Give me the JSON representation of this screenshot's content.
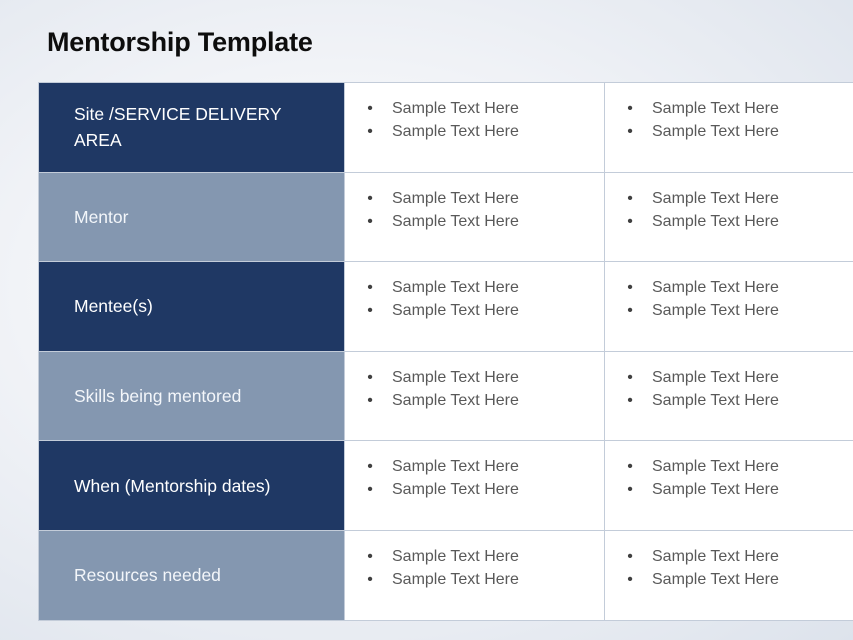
{
  "slide": {
    "title": "Mentorship Template",
    "colors": {
      "label_dark": "#1f3864",
      "label_light": "#8497b0",
      "border": "#c3ccd9",
      "body_text": "#595959"
    },
    "rows": [
      {
        "label": "Site /SERVICE DELIVERY AREA",
        "shade": "dark",
        "col1": [
          "Sample Text Here",
          "Sample Text Here"
        ],
        "col2": [
          "Sample Text Here",
          "Sample Text Here"
        ]
      },
      {
        "label": "Mentor",
        "shade": "light",
        "col1": [
          "Sample Text Here",
          "Sample Text Here"
        ],
        "col2": [
          "Sample Text Here",
          "Sample Text Here"
        ]
      },
      {
        "label": "Mentee(s)",
        "shade": "dark",
        "col1": [
          "Sample Text Here",
          "Sample Text Here"
        ],
        "col2": [
          "Sample Text Here",
          "Sample Text Here"
        ]
      },
      {
        "label": "Skills being mentored",
        "shade": "light",
        "col1": [
          "Sample Text Here",
          "Sample Text Here"
        ],
        "col2": [
          "Sample Text Here",
          "Sample Text Here"
        ]
      },
      {
        "label": "When (Mentorship dates)",
        "shade": "dark",
        "col1": [
          "Sample Text Here",
          "Sample Text Here"
        ],
        "col2": [
          "Sample Text Here",
          "Sample Text Here"
        ]
      },
      {
        "label": "Resources needed",
        "shade": "light",
        "col1": [
          "Sample Text Here",
          "Sample Text Here"
        ],
        "col2": [
          "Sample Text Here",
          "Sample Text Here"
        ]
      }
    ],
    "bullet_glyph": "•"
  }
}
